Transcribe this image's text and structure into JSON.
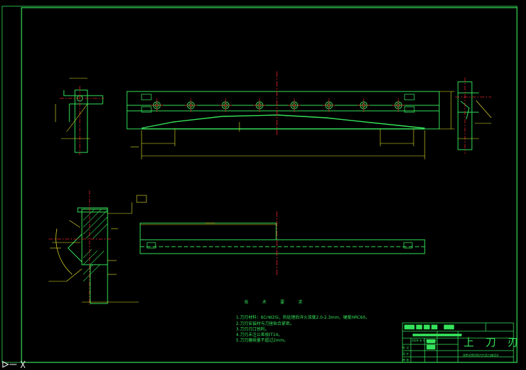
{
  "drawing": {
    "title": "上 刀 刃",
    "date": "2009 年 6 月 18 日",
    "subtitle": "双剪式剪切机刀刃及刀座设计"
  },
  "technical_requirements": {
    "heading": "技 术 要 求",
    "items": [
      "1.刀刃材料：6CrW2Si，热处理后淬火深度2.0-2.3mm，硬度HRC60。",
      "2.刀刃安装时与刀座贴合紧密。",
      "3.刀刃刃口锐利。",
      "4.刀刃未注公差按IT14。",
      "5.刀刃磨损量不超过2mm。"
    ]
  },
  "title_block_rows": [
    "标 记",
    "设 计",
    "审 核"
  ],
  "colors": {
    "border": "#35e35a",
    "outline": "#35e35a",
    "centerline": "#e0232a",
    "dimension": "#f2ee2d",
    "hatch": "#35e35a",
    "background": "#000000"
  },
  "icons": [
    "ucs-icon"
  ]
}
